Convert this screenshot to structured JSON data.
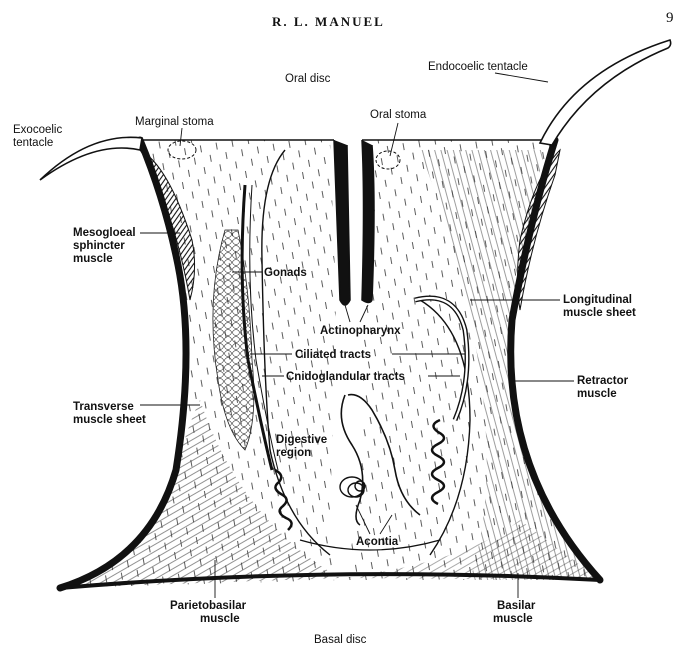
{
  "header": {
    "title": "R. L. MANUEL",
    "page_number": "9"
  },
  "labels": {
    "oral_disc": "Oral disc",
    "endocoelic_tentacle": "Endocoelic tentacle",
    "exocoelic_tentacle_1": "Exocoelic",
    "exocoelic_tentacle_2": "tentacle",
    "marginal_stoma": "Marginal stoma",
    "oral_stoma": "Oral stoma",
    "mesogloeal_1": "Mesogloeal",
    "mesogloeal_2": "sphincter",
    "mesogloeal_3": "muscle",
    "gonads": "Gonads",
    "longitudinal_1": "Longitudinal",
    "longitudinal_2": "muscle sheet",
    "actinopharynx": "Actinopharynx",
    "ciliated_tracts": "Ciliated tracts",
    "cnidoglandular_tracts": "Cnidoglandular tracts",
    "retractor_1": "Retractor",
    "retractor_2": "muscle",
    "transverse_1": "Transverse",
    "transverse_2": "muscle sheet",
    "digestive_1": "Digestive",
    "digestive_2": "region",
    "acontia": "Acontia",
    "parietobasilar_1": "Parietobasilar",
    "parietobasilar_2": "muscle",
    "basilar_1": "Basilar",
    "basilar_2": "muscle",
    "basal_disc": "Basal disc"
  }
}
